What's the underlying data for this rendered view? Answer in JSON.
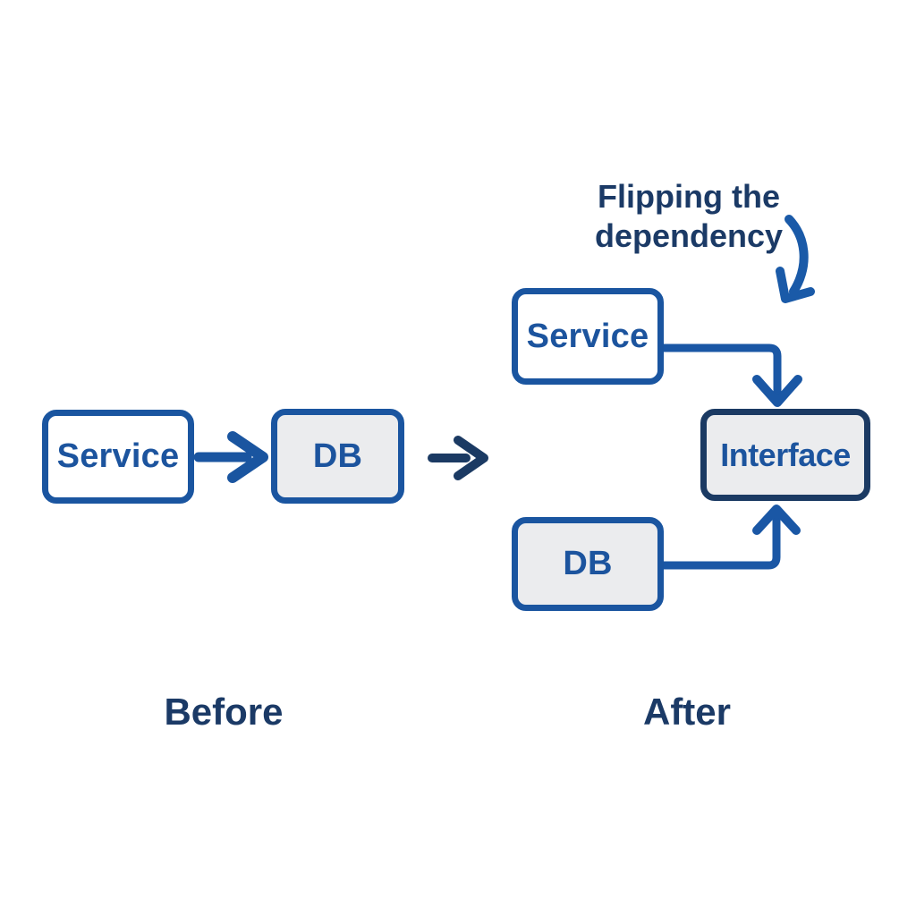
{
  "diagram": {
    "before_section": {
      "caption": "Before",
      "service_box": "Service",
      "db_box": "DB",
      "edges": [
        {
          "from": "Service",
          "to": "DB"
        }
      ]
    },
    "transition": {
      "icon": "transition-arrow",
      "meaning": "before-to-after"
    },
    "after_section": {
      "caption": "After",
      "annotation_line1": "Flipping the",
      "annotation_line2": "dependency",
      "service_box": "Service",
      "db_box": "DB",
      "interface_box": "Interface",
      "edges": [
        {
          "from": "Service",
          "to": "Interface"
        },
        {
          "from": "DB",
          "to": "Interface"
        }
      ]
    },
    "colors": {
      "background": "#ffffff",
      "box_border_blue": "#1a55a0",
      "interface_border_navy": "#1b3a63",
      "box_fill_gray": "#ebecee",
      "box_text_blue": "#1c549e",
      "heading_navy": "#1b3a66",
      "transition_arrow_navy": "#1b3a63",
      "connector_arrow_blue": "#1a57a5"
    }
  }
}
